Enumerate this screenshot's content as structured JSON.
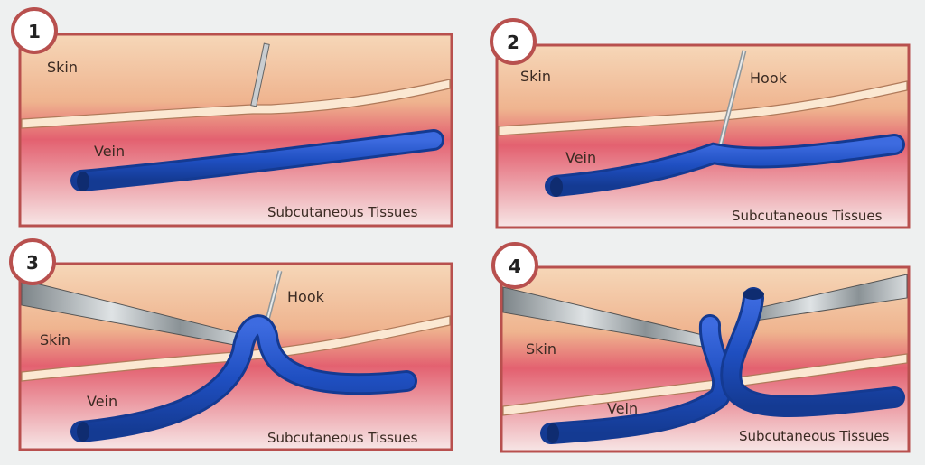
{
  "panels": [
    {
      "number": "1",
      "labels": {
        "skin": "Skin",
        "vein": "Vein",
        "tissue": "Subcutaneous Tissues"
      }
    },
    {
      "number": "2",
      "labels": {
        "skin": "Skin",
        "hook": "Hook",
        "vein": "Vein",
        "tissue": "Subcutaneous Tissues"
      }
    },
    {
      "number": "3",
      "labels": {
        "skin": "Skin",
        "hook": "Hook",
        "vein": "Vein",
        "tissue": "Subcutaneous Tissues"
      }
    },
    {
      "number": "4",
      "labels": {
        "skin": "Skin",
        "vein": "Vein",
        "tissue": "Subcutaneous Tissues"
      }
    }
  ],
  "colors": {
    "frame": "#b8504e",
    "dermis": "#f3c9a6",
    "subcutis": "#d94c58",
    "skin_line": "#fbe8d2",
    "vein": "#1f4fc1",
    "vein_dark": "#123585",
    "badge_border": "#b8504e"
  }
}
